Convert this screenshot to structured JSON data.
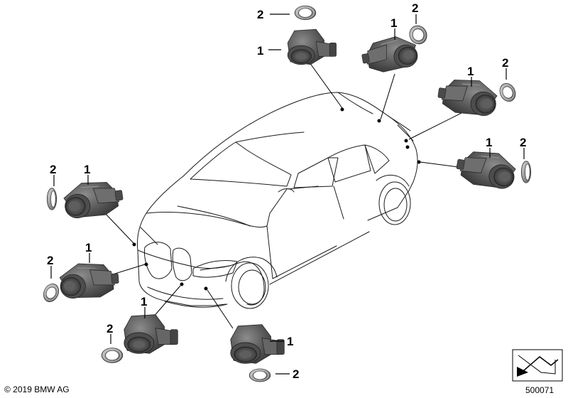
{
  "diagram": {
    "copyright": "© 2019 BMW AG",
    "diagram_id": "500071",
    "callouts": [
      {
        "id": "c-top-ring",
        "text": "2"
      },
      {
        "id": "c-top-sensor",
        "text": "1"
      },
      {
        "id": "c-tr1-sensor",
        "text": "1"
      },
      {
        "id": "c-tr1-ring",
        "text": "2"
      },
      {
        "id": "c-tr2-sensor",
        "text": "1"
      },
      {
        "id": "c-tr2-ring",
        "text": "2"
      },
      {
        "id": "c-r-sensor",
        "text": "1"
      },
      {
        "id": "c-r-ring",
        "text": "2"
      },
      {
        "id": "c-l1-ring",
        "text": "2"
      },
      {
        "id": "c-l1-sensor",
        "text": "1"
      },
      {
        "id": "c-l2-ring",
        "text": "2"
      },
      {
        "id": "c-l2-sensor",
        "text": "1"
      },
      {
        "id": "c-bl-sensor",
        "text": "1"
      },
      {
        "id": "c-bl-ring",
        "text": "2"
      },
      {
        "id": "c-bc-sensor",
        "text": "1"
      },
      {
        "id": "c-bc-ring",
        "text": "2"
      }
    ]
  }
}
